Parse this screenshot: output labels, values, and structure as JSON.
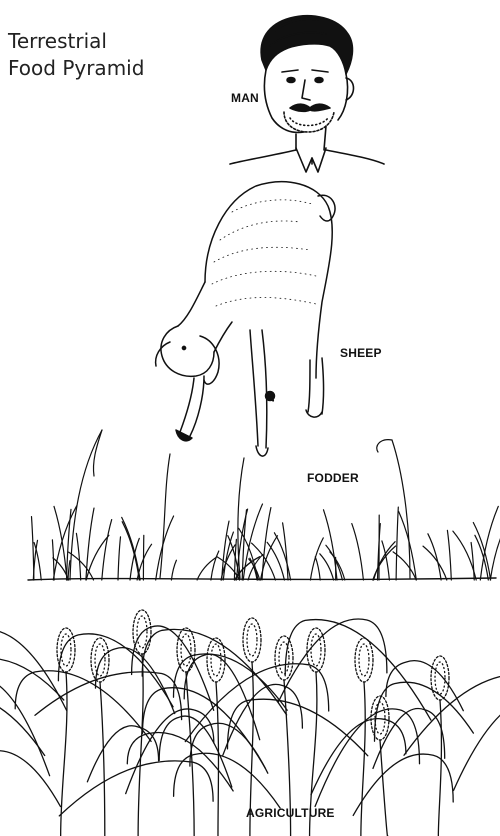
{
  "title": {
    "line1": "Terrestrial",
    "line2": "Food Pyramid"
  },
  "labels": {
    "man": "MAN",
    "sheep": "SHEEP",
    "fodder": "FODDER",
    "agriculture": "AGRICULTURE"
  }
}
